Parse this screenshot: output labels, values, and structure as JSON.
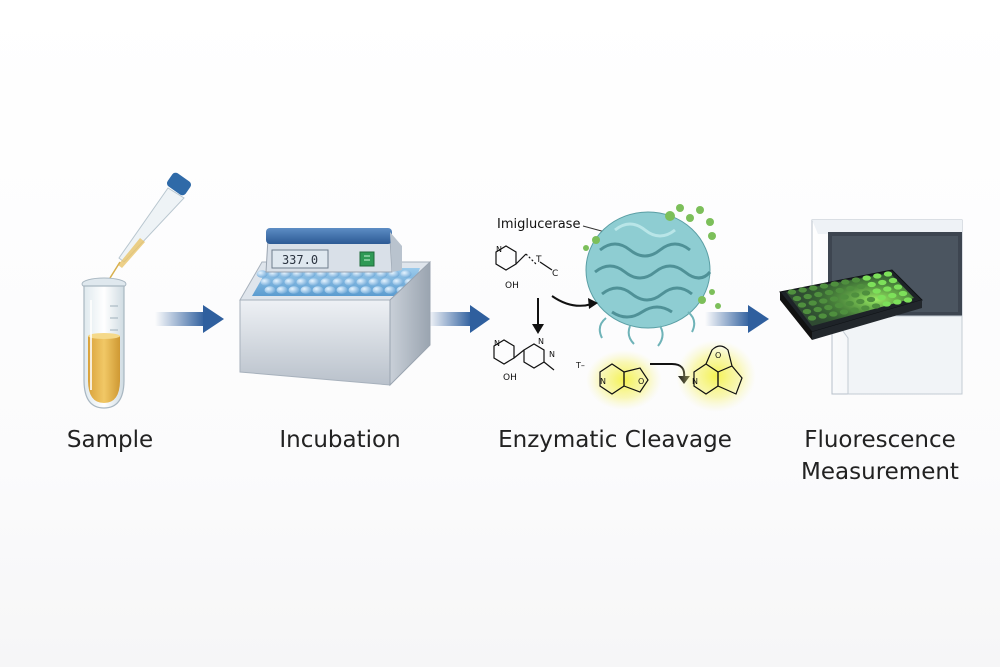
{
  "steps": [
    {
      "label": "Sample"
    },
    {
      "label": "Incubation"
    },
    {
      "label": "Enzymatic Cleavage"
    },
    {
      "label": "Fluorescence Measurement",
      "line1": "Fluorescence",
      "line2": "Measurement"
    }
  ],
  "incubator": {
    "display": "337.0"
  },
  "cleavage": {
    "enzyme_label": "Imiglucerase",
    "atoms": {
      "n": "N",
      "oh": "OH",
      "t": "T",
      "c": "C",
      "o": "O",
      "t_minus": "T–"
    }
  },
  "colors": {
    "arrow": "#2f5f9e",
    "sample_liquid": "#e7b54d",
    "glow": "#f4f24a",
    "enzyme": "#7fc2c6",
    "well_green": "#7de05a"
  }
}
